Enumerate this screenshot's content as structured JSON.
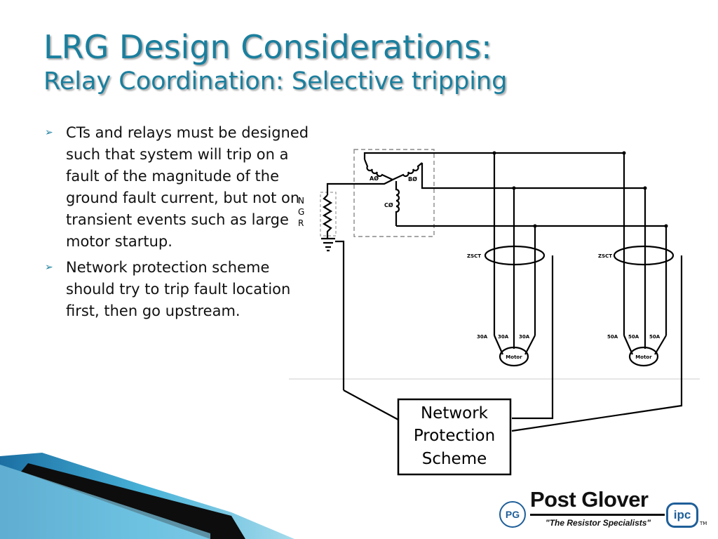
{
  "title": {
    "line1": "LRG Design Considerations:",
    "line2": "Relay Coordination: Selective tripping"
  },
  "bullets": [
    {
      "marker": "➢",
      "text": "CTs and relays must be designed such that system will trip on a fault of the magnitude of the ground fault current, but not on transient events such as large motor startup."
    },
    {
      "marker": "➢",
      "text": "Network protection scheme should try to trip fault location first, then go upstream."
    }
  ],
  "diagram": {
    "ngr_label": [
      "N",
      "G",
      "R"
    ],
    "phase_labels": [
      "AØ",
      "BØ",
      "CØ"
    ],
    "zsct_labels": [
      "ZSCT",
      "ZSCT"
    ],
    "relay_labels_left": [
      "30A",
      "30A",
      "30A"
    ],
    "relay_labels_right": [
      "50A",
      "50A",
      "50A"
    ],
    "motor_labels": [
      "Motor",
      "Motor"
    ],
    "scheme_box": [
      "Network",
      "Protection",
      "Scheme"
    ]
  },
  "logo": {
    "brand": "Post Glover",
    "tagline": "\"The Resistor Specialists\"",
    "pg": "PG",
    "ipc": "ipc",
    "tm": "TM"
  },
  "colors": {
    "title": "#1a7f9e",
    "accent": "#1f5f99",
    "footer_blue": "#2a8fc0"
  }
}
